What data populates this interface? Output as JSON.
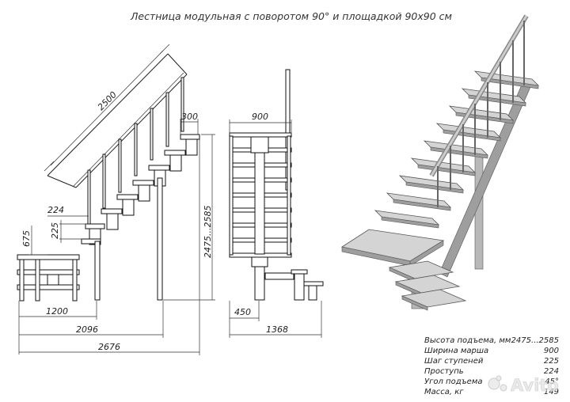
{
  "title": "Лестница модульная с поворотом 90° и площадкой 90х90 см",
  "side_view": {
    "dims": {
      "rail_length": "2500",
      "tread_depth": "300",
      "going": "224",
      "rise": "225",
      "height": "2475...2585",
      "landing_height": "675",
      "base_1200": "1200",
      "base_2096": "2096",
      "base_2676": "2676"
    }
  },
  "front_view": {
    "dims": {
      "width": "900",
      "bottom_width": "450",
      "total_width": "1368"
    }
  },
  "specs": [
    {
      "label": "Высота подъема, мм",
      "value": "2475...2585"
    },
    {
      "label": "Ширина марша",
      "value": "900"
    },
    {
      "label": "Шаг ступеней",
      "value": "225"
    },
    {
      "label": "Проступь",
      "value": "224"
    },
    {
      "label": "Угол подъема",
      "value": "45°"
    },
    {
      "label": "Масса, кг",
      "value": "149"
    }
  ],
  "watermark": "Avito"
}
